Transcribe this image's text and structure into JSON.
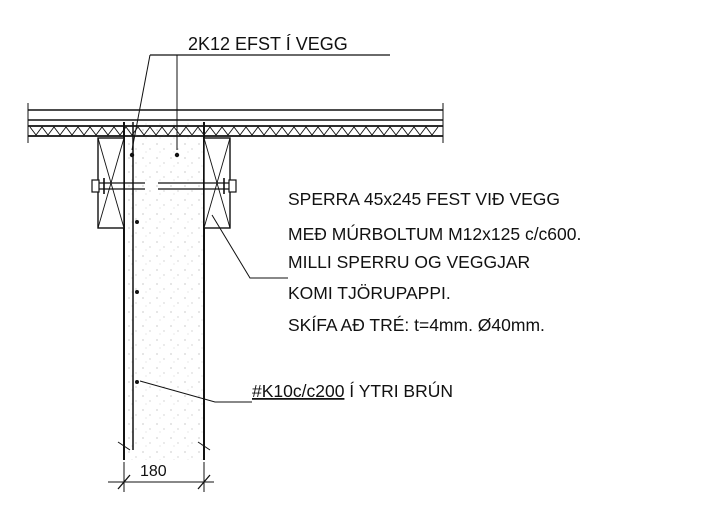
{
  "labels": {
    "top_rebar": "2K12 EFST Í VEGG",
    "rafter_note": [
      "SPERRA 45x245 FEST VIÐ VEGG",
      "MEÐ MÚRBOLTUM M12x125 c/c600.",
      "MILLI SPERRU OG VEGGJAR",
      "KOMI TJÖRUPAPPI.",
      "SKÍFA AÐ TRÉ: t=4mm. Ø40mm."
    ],
    "wall_rebar_underlined": "#K10c/c200",
    "wall_rebar_rest": " Í YTRI  BRÚN",
    "wall_width": "180"
  },
  "colors": {
    "ink": "#111111",
    "background": "#ffffff"
  }
}
